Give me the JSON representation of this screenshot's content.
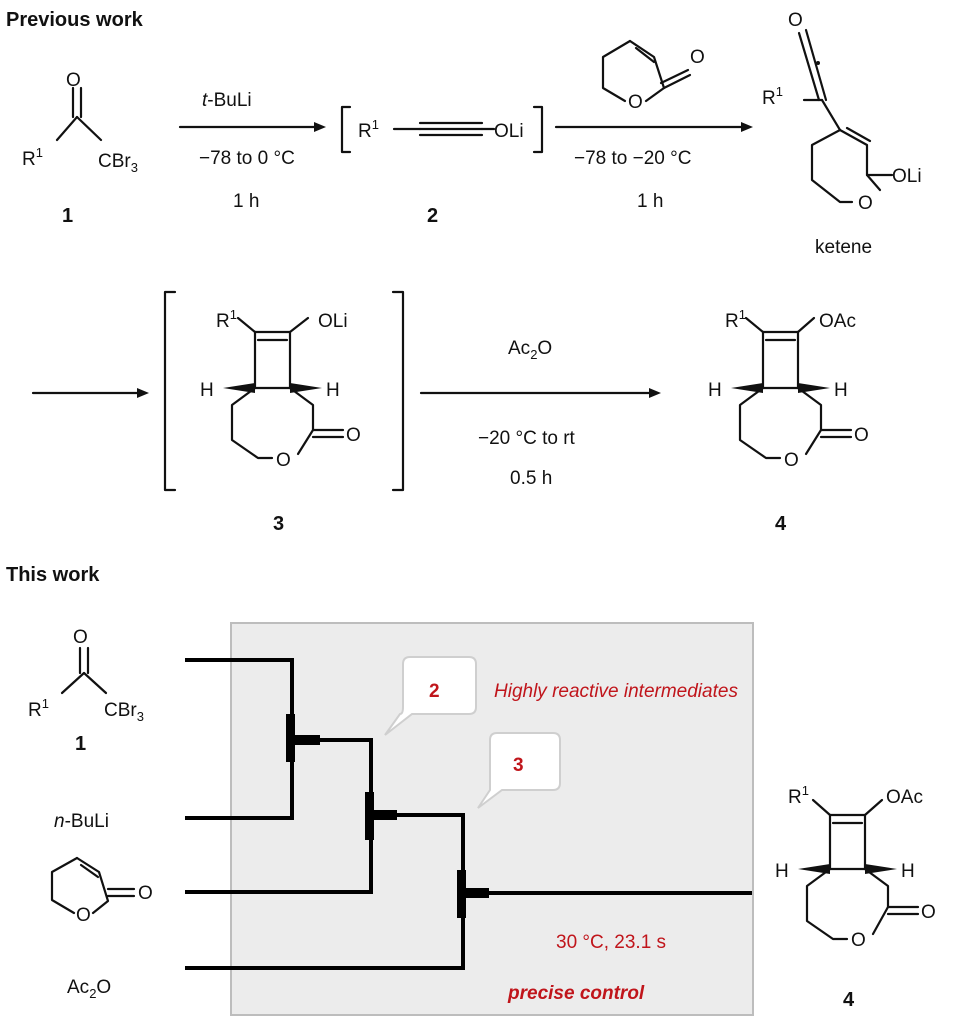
{
  "sections": {
    "previous": "Previous work",
    "this": "This work"
  },
  "labels": {
    "r1": "R",
    "sup1": "1",
    "o": "O",
    "cbr": "CBr",
    "sub3": "3",
    "oli": "OLi",
    "oac": "OAc",
    "h": "H",
    "ketene": "ketene"
  },
  "compounds": {
    "c1": "1",
    "c2": "2",
    "c3": "3",
    "c4": "4"
  },
  "step1": {
    "reagent_prefix": "t",
    "reagent_rest": "-BuLi",
    "temp": "−78 to 0 °C",
    "time": "1 h"
  },
  "step2": {
    "temp": "−78 to −20 °C",
    "time": "1 h"
  },
  "step3": {
    "reagent_main": "Ac",
    "reagent_sub": "2",
    "reagent_end": "O",
    "temp": "−20 °C to rt",
    "time": "0.5 h"
  },
  "flow": {
    "nbuli_prefix": "n",
    "nbuli_rest": "-BuLi",
    "ac2o_main": "Ac",
    "ac2o_sub": "2",
    "ac2o_end": "O",
    "callout2": "2",
    "callout3": "3",
    "note_intermediates": "Highly reactive intermediates",
    "conditions": "30 °C, 23.1 s",
    "note_control": "precise control"
  }
}
